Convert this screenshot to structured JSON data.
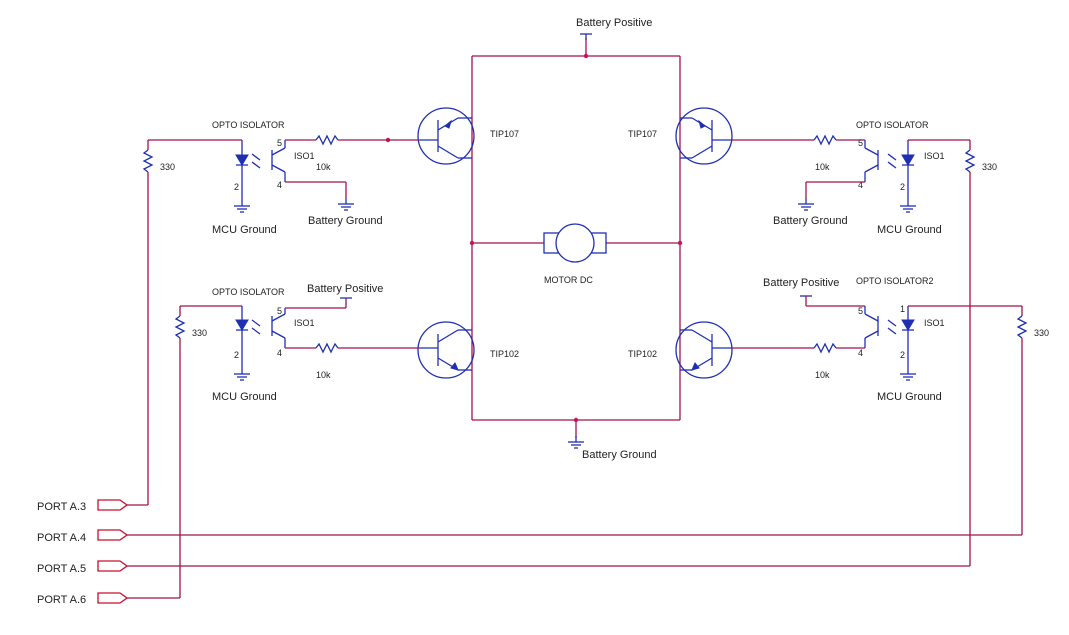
{
  "labels": {
    "battery_positive": "Battery Positive",
    "battery_ground": "Battery Ground",
    "mcu_ground": "MCU Ground",
    "opto_isolator": "OPTO ISOLATOR",
    "opto_isolator2": "OPTO ISOLATOR2",
    "iso1": "ISO1",
    "r_10k": "10k",
    "r_330": "330",
    "tip107": "TIP107",
    "tip102": "TIP102",
    "motor": "MOTOR DC",
    "pin1": "1",
    "pin2": "2",
    "pin4": "4",
    "pin5": "5"
  },
  "ports": [
    "PORT A.3",
    "PORT A.4",
    "PORT A.5",
    "PORT A.6"
  ],
  "colors": {
    "wire": "#a0154d",
    "component": "#1f2fb4",
    "port": "#c8102e"
  }
}
